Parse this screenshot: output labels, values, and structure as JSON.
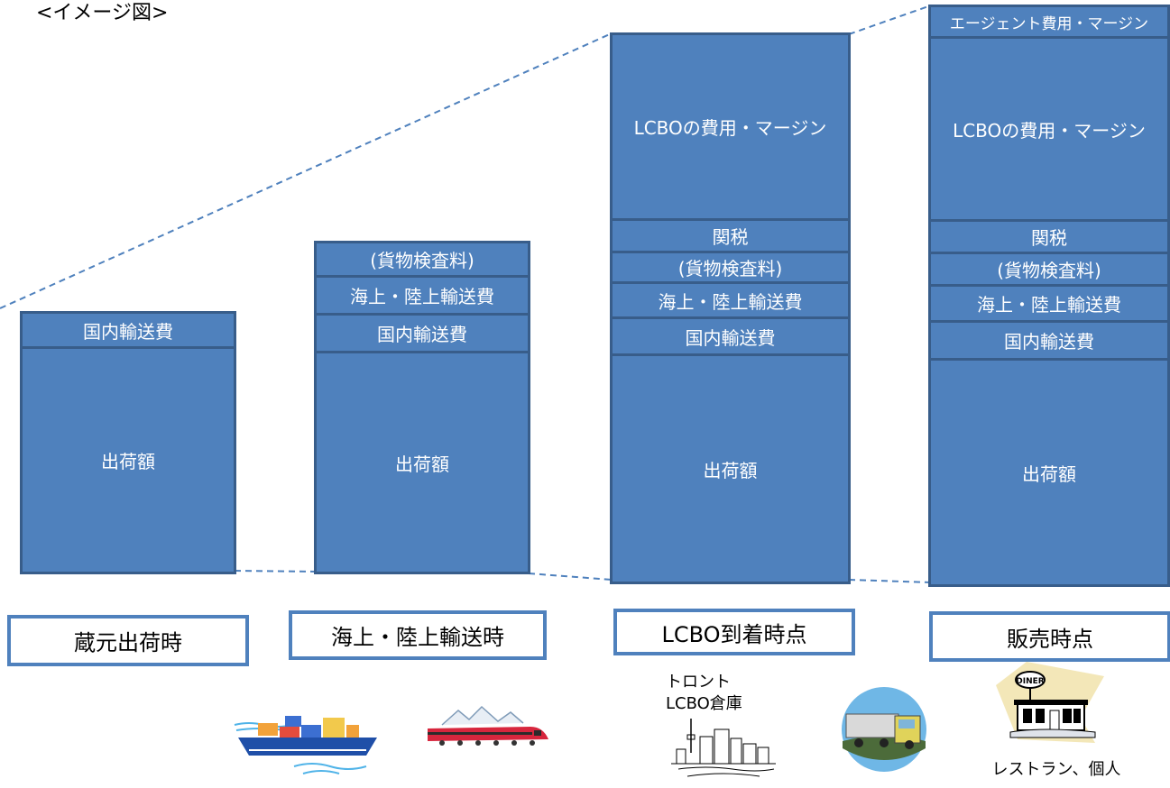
{
  "title": "<イメージ図>",
  "columns": [
    {
      "stage": "蔵元出荷時",
      "segments": [
        "国内輸送費",
        "出荷額"
      ]
    },
    {
      "stage": "海上・陸上輸送時",
      "segments": [
        "(貨物検査料)",
        "海上・陸上輸送費",
        "国内輸送費",
        "出荷額"
      ]
    },
    {
      "stage": "LCBO到着時点",
      "segments": [
        "LCBOの費用・マージン",
        "関税",
        "(貨物検査料)",
        "海上・陸上輸送費",
        "国内輸送費",
        "出荷額"
      ]
    },
    {
      "stage": "販売時点",
      "segments": [
        "エージェント費用・マージン",
        "LCBOの費用・マージン",
        "関税",
        "(貨物検査料)",
        "海上・陸上輸送費",
        "国内輸送費",
        "出荷額"
      ]
    }
  ],
  "captions": {
    "warehouse": "トロント\nLCBO倉庫",
    "restaurant": "レストラン、個人"
  },
  "icons": {
    "ship": "cargo-ship-icon",
    "train": "train-icon",
    "city": "city-skyline-icon",
    "truck": "truck-icon",
    "diner": "diner-icon",
    "diner_sign": "DINER"
  },
  "colors": {
    "bar": "#4f81bd",
    "bar_border": "#385d8a",
    "line": "#4f81bd"
  }
}
